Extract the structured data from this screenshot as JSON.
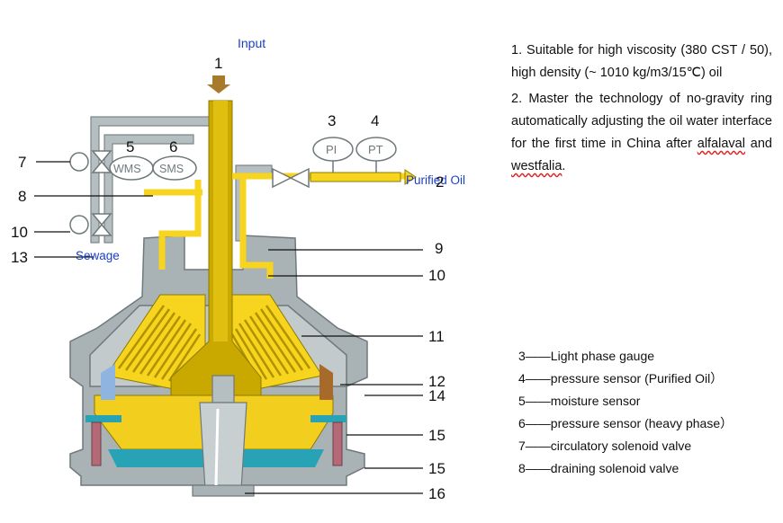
{
  "diagram": {
    "labels": {
      "input": "Input",
      "purified_oil": "Purified Oil",
      "sewage": "Sewage",
      "n1": "1",
      "n2": "2",
      "n3": "3",
      "n4": "4",
      "n5": "5",
      "n6": "6",
      "n7": "7",
      "n8": "8",
      "n9": "9",
      "n10_left": "10",
      "n10_right": "10",
      "n11": "11",
      "n12": "12",
      "n13": "13",
      "n14": "14",
      "n15_upper": "15",
      "n15_lower": "15",
      "n16": "16",
      "pi": "PI",
      "pt": "PT",
      "wms": "WMS",
      "sms": "SMS"
    },
    "colors": {
      "oil": "#f7d51f",
      "shaft": "#c9a800",
      "casing": "#a9b2b4",
      "casing_dark": "#7d878a",
      "pipe": "#b5bec0",
      "water": "#27a3b5",
      "seal": "#b46a76",
      "arrow": "#a87a2c"
    }
  },
  "notes": [
    {
      "text": "1. Suitable for high viscosity (380 CST / 50), high density (~ 1010 kg/m3/15℃) oil"
    },
    {
      "text_before": "2. Master the technology of no-gravity ring automatically adjusting the oil water interface for the first time in China after ",
      "word1": "alfalaval",
      "and": " and ",
      "word2": "westfalia",
      "end": "."
    }
  ],
  "legend": [
    {
      "num": "3",
      "text": "Light phase gauge"
    },
    {
      "num": "4",
      "text": "pressure sensor (Purified Oil）"
    },
    {
      "num": "5",
      "text": "moisture sensor"
    },
    {
      "num": "6",
      "text": "pressure sensor (heavy phase）"
    },
    {
      "num": "7",
      "text": "circulatory solenoid valve"
    },
    {
      "num": "8",
      "text": "draining solenoid valve"
    }
  ],
  "legend_dash": "——"
}
